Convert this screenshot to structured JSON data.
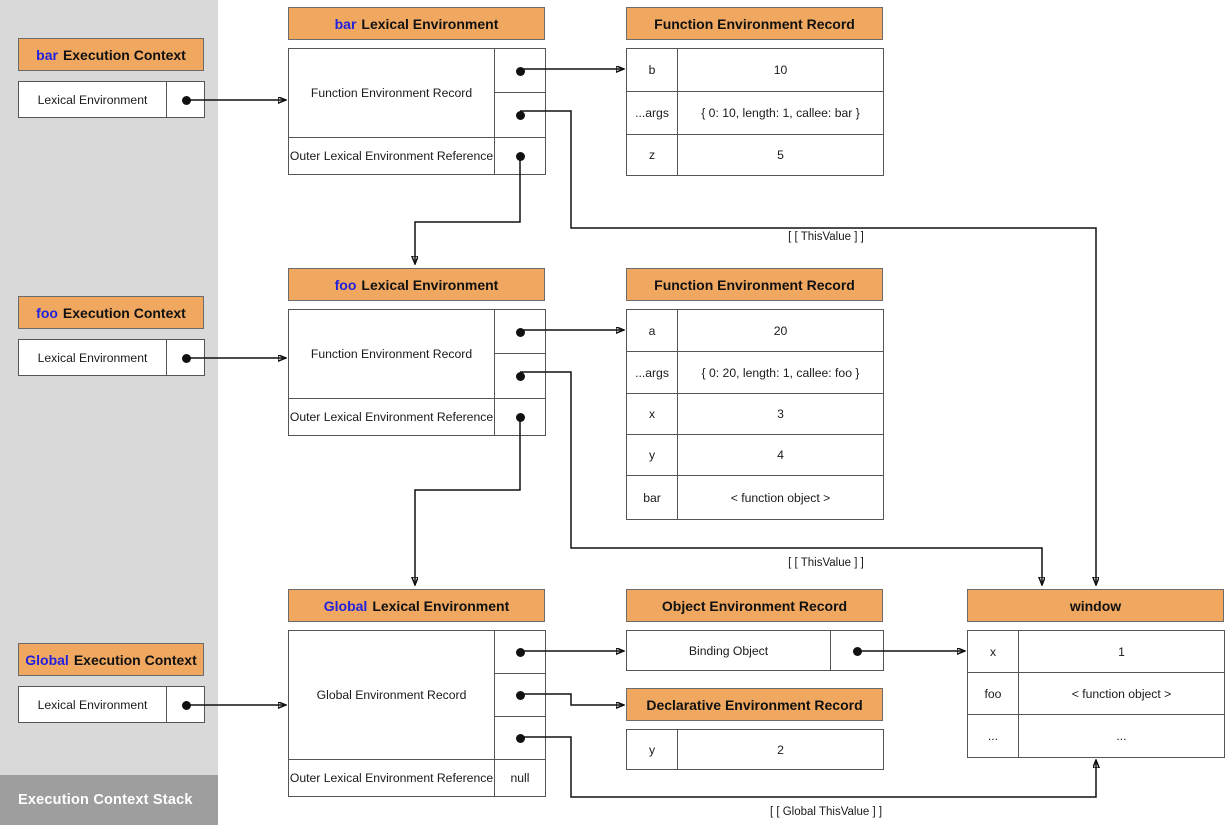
{
  "stack": {
    "title": "Execution Context Stack",
    "contexts": [
      {
        "keyword": "bar",
        "title": "Execution Context",
        "row_label": "Lexical Environment"
      },
      {
        "keyword": "foo",
        "title": "Execution Context",
        "row_label": "Lexical Environment"
      },
      {
        "keyword": "Global",
        "title": "Execution Context",
        "row_label": "Lexical Environment"
      }
    ]
  },
  "lexical_environments": [
    {
      "keyword": "bar",
      "title": "Lexical Environment",
      "record_label": "Function Environment Record",
      "outer_label": "Outer Lexical Environment Reference",
      "outer_value": ""
    },
    {
      "keyword": "foo",
      "title": "Lexical Environment",
      "record_label": "Function Environment Record",
      "outer_label": "Outer Lexical Environment Reference",
      "outer_value": ""
    },
    {
      "keyword": "Global",
      "title": "Lexical Environment",
      "record_label": "Global Environment Record",
      "outer_label": "Outer Lexical Environment Reference",
      "outer_value": "null"
    }
  ],
  "records": {
    "bar_fer": {
      "title": "Function Environment Record",
      "rows": [
        {
          "name": "b",
          "value": "10"
        },
        {
          "name": "...args",
          "value": "{ 0: 10, length: 1, callee: bar }"
        },
        {
          "name": "z",
          "value": "5"
        }
      ]
    },
    "foo_fer": {
      "title": "Function Environment Record",
      "rows": [
        {
          "name": "a",
          "value": "20"
        },
        {
          "name": "...args",
          "value": "{ 0: 20, length: 1, callee: foo }"
        },
        {
          "name": "x",
          "value": "3"
        },
        {
          "name": "y",
          "value": "4"
        },
        {
          "name": "bar",
          "value": "< function object >"
        }
      ]
    },
    "object_env": {
      "title": "Object Environment Record",
      "binding_label": "Binding Object"
    },
    "declarative_env": {
      "title": "Declarative Environment Record",
      "rows": [
        {
          "name": "y",
          "value": "2"
        }
      ]
    },
    "window": {
      "title": "window",
      "rows": [
        {
          "name": "x",
          "value": "1"
        },
        {
          "name": "foo",
          "value": "< function object >"
        },
        {
          "name": "...",
          "value": "..."
        }
      ]
    }
  },
  "edge_labels": {
    "bar_this": "[ [ ThisValue ] ]",
    "foo_this": "[ [ ThisValue ] ]",
    "global_this": "[ [ Global ThisValue ] ]"
  },
  "colors": {
    "header": "#f0a860",
    "stack_bg": "#d9d9d9",
    "stack_footer": "#9e9e9e",
    "keyword": "#2222dd",
    "border": "#555555",
    "wire": "#111111"
  }
}
